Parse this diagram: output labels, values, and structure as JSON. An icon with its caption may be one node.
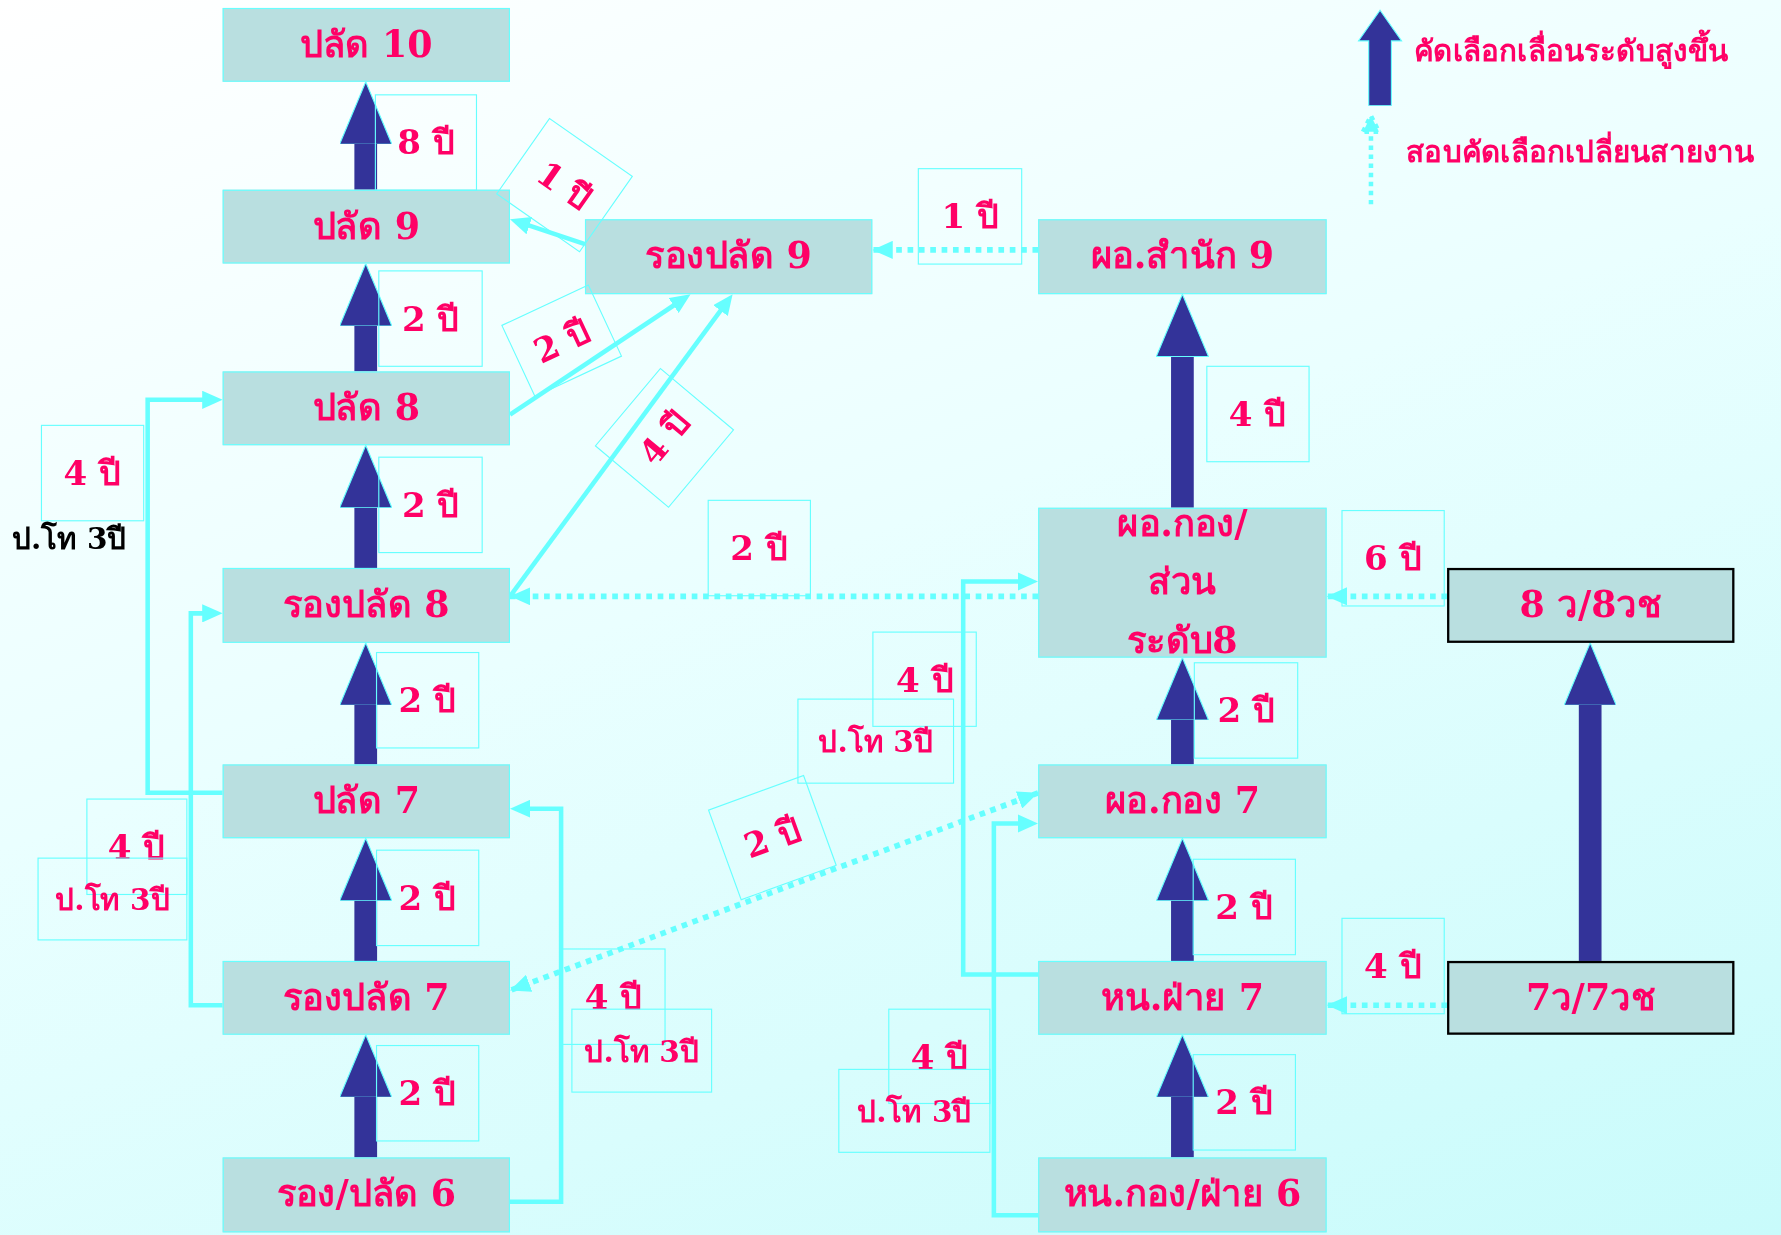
{
  "diagram": {
    "nodes": [
      {
        "text": [
          "ปลัด 10"
        ]
      },
      {
        "text": [
          "ปลัด 9"
        ]
      },
      {
        "text": [
          "รองปลัด 9"
        ]
      },
      {
        "text": [
          "ผอ.สำนัก 9"
        ]
      },
      {
        "text": [
          "ปลัด 8"
        ]
      },
      {
        "text": [
          "รองปลัด 8"
        ]
      },
      {
        "text": [
          "ผอ.กอง/ ส่วน ระดับ8"
        ]
      },
      {
        "text": [
          "8 ว/8วช"
        ]
      },
      {
        "text": [
          "ปลัด 7"
        ]
      },
      {
        "text": [
          "ผอ.กอง 7"
        ]
      },
      {
        "text": [
          "รองปลัด 7"
        ]
      },
      {
        "text": [
          "หน.ฝ่าย 7"
        ]
      },
      {
        "text": [
          "7ว/7วช"
        ]
      },
      {
        "text": [
          "รอง/ปลัด 6"
        ]
      },
      {
        "text": [
          "หน.กอง/ฝ่าย 6"
        ]
      }
    ],
    "edges": [
      {
        "from": 1,
        "to": 0,
        "arrow": "to",
        "label": "8 ปี",
        "style": "thick",
        "color": "#333399"
      },
      {
        "from": 4,
        "to": 1,
        "arrow": "to",
        "label": "2 ปี",
        "style": "thick",
        "color": "#333399"
      },
      {
        "from": 5,
        "to": 4,
        "arrow": "to",
        "label": "2 ปี",
        "style": "thick",
        "color": "#333399"
      },
      {
        "from": 8,
        "to": 5,
        "arrow": "to",
        "label": "2 ปี",
        "style": "thick",
        "color": "#333399"
      },
      {
        "from": 10,
        "to": 8,
        "arrow": "to",
        "label": "2 ปี",
        "style": "thick",
        "color": "#333399"
      },
      {
        "from": 13,
        "to": 10,
        "arrow": "to",
        "label": "2 ปี",
        "style": "thick",
        "color": "#333399"
      },
      {
        "from": 6,
        "to": 3,
        "arrow": "to",
        "label": "4 ปี",
        "style": "thick",
        "color": "#333399"
      },
      {
        "from": 9,
        "to": 6,
        "arrow": "to",
        "label": "2 ปี",
        "style": "thick",
        "color": "#333399"
      },
      {
        "from": 11,
        "to": 9,
        "arrow": "to",
        "label": "2 ปี",
        "style": "thick",
        "color": "#333399"
      },
      {
        "from": 14,
        "to": 11,
        "arrow": "to",
        "label": "2 ปี",
        "style": "thick",
        "color": "#333399"
      },
      {
        "from": 12,
        "to": 7,
        "arrow": "to",
        "style": "thick",
        "color": "#333399"
      },
      {
        "from": 2,
        "to": 1,
        "arrow": "to",
        "label": "1 ปี"
      },
      {
        "from": 3,
        "to": 2,
        "arrow": "to",
        "label": "1 ปี",
        "style": "dashed"
      },
      {
        "from": 4,
        "to": 2,
        "arrow": "to",
        "label": "2 ปี"
      },
      {
        "from": 5,
        "to": 2,
        "arrow": "to",
        "label": "4 ปี"
      },
      {
        "from": 6,
        "to": 5,
        "arrow": "to",
        "label": "2 ปี",
        "style": "dashed"
      },
      {
        "from": 7,
        "to": 6,
        "arrow": "to",
        "label": "6 ปี",
        "style": "dashed"
      },
      {
        "from": 12,
        "to": 11,
        "arrow": "to",
        "label": "4 ปี",
        "style": "dashed"
      },
      {
        "from": 9,
        "to": 10,
        "arrow": "both",
        "label": "2 ปี",
        "style": "dashed"
      },
      {
        "from": 8,
        "to": 4,
        "arrow": "to",
        "label": "4 ปี"
      },
      {
        "from": 10,
        "to": 5,
        "arrow": "to",
        "label": "4 ปี"
      },
      {
        "from": 13,
        "to": 8,
        "arrow": "to",
        "label": "4 ปี"
      },
      {
        "from": 11,
        "to": 6,
        "arrow": "to",
        "label": "4 ปี"
      },
      {
        "from": 14,
        "to": 9,
        "arrow": "to",
        "label": "4 ปี"
      }
    ],
    "labels": [
      "ป.โท 3ปี",
      "ป.โท 3ปี",
      "ป.โท 3ปี",
      "ป.โท 3ปี",
      "ป.โท 3ปี"
    ],
    "legend": [
      {
        "text": "คัดเลือกเลื่อนระดับสูงขึ้น"
      },
      {
        "text": "สอบคัดเลือกเปลี่ยนสายงาน"
      }
    ]
  }
}
